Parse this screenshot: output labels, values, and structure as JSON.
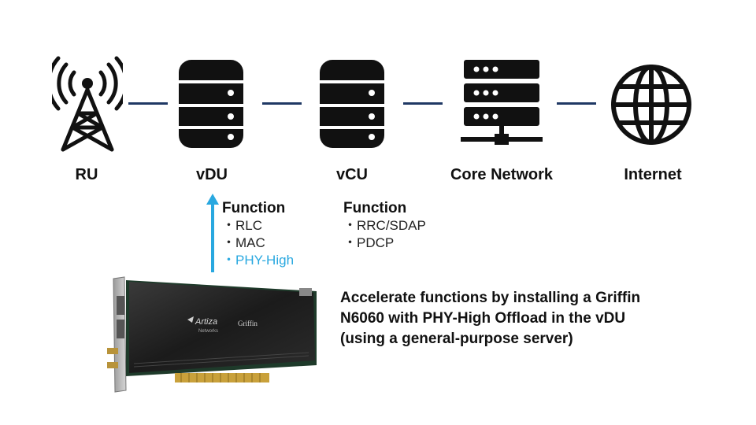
{
  "nodes": [
    {
      "label": "RU",
      "icon": "radio-tower-icon"
    },
    {
      "label": "vDU",
      "icon": "database-icon"
    },
    {
      "label": "vCU",
      "icon": "database-icon"
    },
    {
      "label": "Core Network",
      "icon": "server-rack-icon"
    },
    {
      "label": "Internet",
      "icon": "globe-icon"
    }
  ],
  "functions": {
    "vdu": {
      "title": "Function",
      "items": [
        "RLC",
        "MAC",
        "PHY-High"
      ],
      "highlight": "PHY-High"
    },
    "vcu": {
      "title": "Function",
      "items": [
        "RRC/SDAP",
        "PDCP"
      ]
    }
  },
  "card": {
    "brand": "Artiza",
    "brand_sub": "Networks",
    "model": "Griffin"
  },
  "caption": {
    "lines": [
      "Accelerate functions by installing a Griffin",
      "N6060 with PHY-High Offload in the vDU",
      "(using a general-purpose server)"
    ]
  },
  "colors": {
    "connector": "#1f3864",
    "highlight": "#29a8e0",
    "icon": "#111111"
  }
}
